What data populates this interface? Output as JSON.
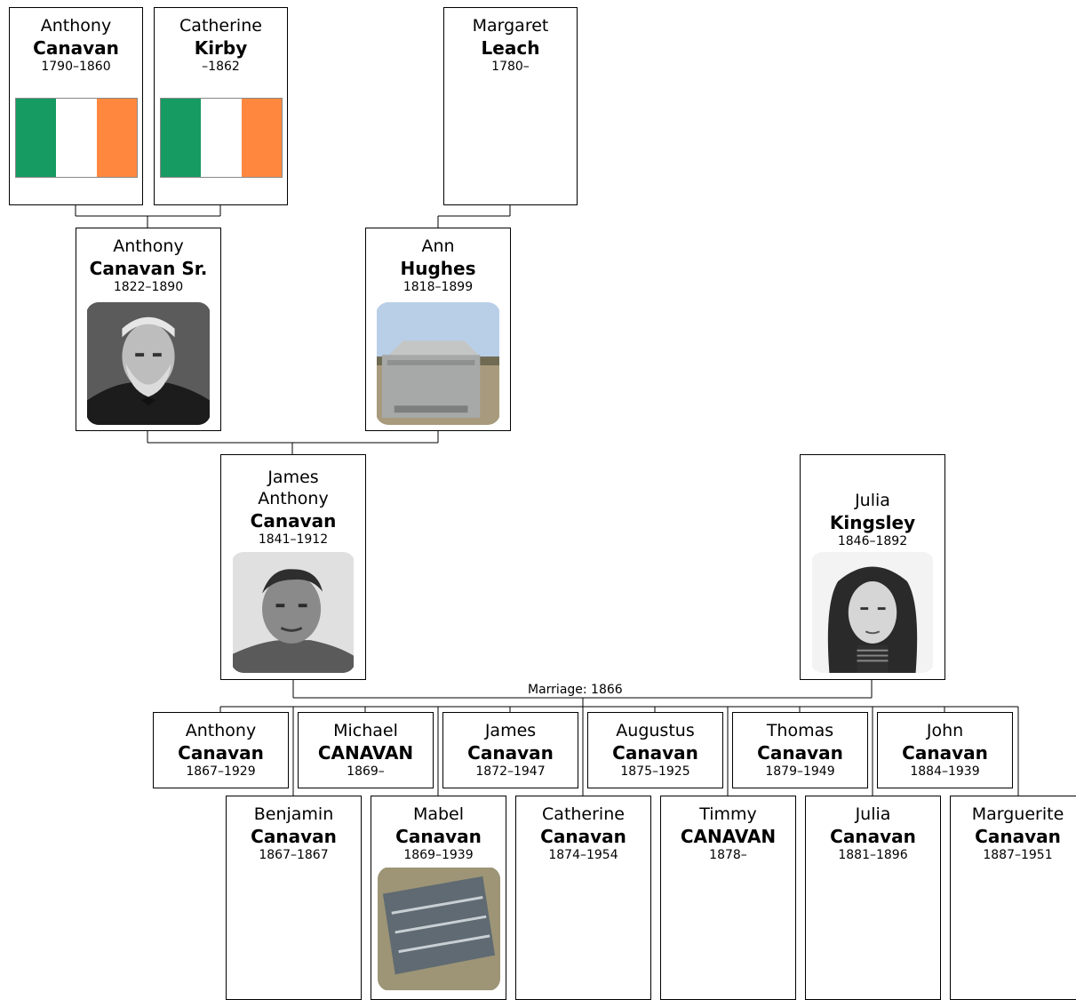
{
  "colors": {
    "flag_green": "#169b62",
    "flag_white": "#ffffff",
    "flag_orange": "#ff883e"
  },
  "marriage_label": "Marriage: 1866",
  "people": {
    "anthony_elder": {
      "given": "Anthony",
      "surname": "Canavan",
      "dates": "1790–1860",
      "image": "irish-flag"
    },
    "catherine_kirby": {
      "given": "Catherine",
      "surname": "Kirby",
      "dates": "–1862",
      "image": "irish-flag"
    },
    "margaret_leach": {
      "given": "Margaret",
      "surname": "Leach",
      "dates": "1780–"
    },
    "anthony_sr": {
      "given": "Anthony",
      "surname": "Canavan Sr.",
      "dates": "1822–1890",
      "image": "portrait-photo"
    },
    "ann_hughes": {
      "given": "Ann",
      "surname": "Hughes",
      "dates": "1818–1899",
      "image": "gravestone-photo"
    },
    "james_anthony": {
      "given": "James",
      "given2": "Anthony",
      "surname": "Canavan",
      "dates": "1841–1912",
      "image": "portrait-photo"
    },
    "julia_kingsley": {
      "given": "Julia",
      "surname": "Kingsley",
      "dates": "1846–1892",
      "image": "portrait-photo"
    },
    "anthony_child": {
      "given": "Anthony",
      "surname": "Canavan",
      "dates": "1867–1929"
    },
    "michael": {
      "given": "Michael",
      "surname": "CANAVAN",
      "dates": "1869–"
    },
    "james_child": {
      "given": "James",
      "surname": "Canavan",
      "dates": "1872–1947"
    },
    "augustus": {
      "given": "Augustus",
      "surname": "Canavan",
      "dates": "1875–1925"
    },
    "thomas": {
      "given": "Thomas",
      "surname": "Canavan",
      "dates": "1879–1949"
    },
    "john": {
      "given": "John",
      "surname": "Canavan",
      "dates": "1884–1939"
    },
    "benjamin": {
      "given": "Benjamin",
      "surname": "Canavan",
      "dates": "1867–1867"
    },
    "mabel": {
      "given": "Mabel",
      "surname": "Canavan",
      "dates": "1869–1939",
      "image": "grave-marker-photo"
    },
    "catherine_child": {
      "given": "Catherine",
      "surname": "Canavan",
      "dates": "1874–1954"
    },
    "timmy": {
      "given": "Timmy",
      "surname": "CANAVAN",
      "dates": "1878–"
    },
    "julia_child": {
      "given": "Julia",
      "surname": "Canavan",
      "dates": "1881–1896"
    },
    "marguerite": {
      "given": "Marguerite",
      "surname": "Canavan",
      "dates": "1887–1951"
    }
  }
}
